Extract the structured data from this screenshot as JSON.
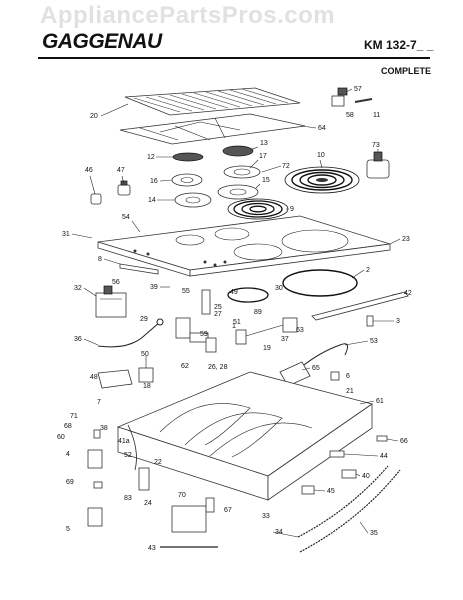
{
  "watermark": "AppliancePartsPros.com",
  "header": {
    "brand": "GAGGENAU",
    "model": "KM 132-7_ _",
    "status": "COMPLETE"
  },
  "callouts": [
    {
      "id": "c57",
      "text": "57"
    },
    {
      "id": "c58",
      "text": "58"
    },
    {
      "id": "c11",
      "text": "11"
    },
    {
      "id": "c20",
      "text": "20"
    },
    {
      "id": "c64",
      "text": "64"
    },
    {
      "id": "c13",
      "text": "13"
    },
    {
      "id": "c12",
      "text": "12"
    },
    {
      "id": "c17",
      "text": "17"
    },
    {
      "id": "c72",
      "text": "72"
    },
    {
      "id": "c10",
      "text": "10"
    },
    {
      "id": "c73",
      "text": "73"
    },
    {
      "id": "c46",
      "text": "46"
    },
    {
      "id": "c47",
      "text": "47"
    },
    {
      "id": "c16",
      "text": "16"
    },
    {
      "id": "c15",
      "text": "15"
    },
    {
      "id": "c14",
      "text": "14"
    },
    {
      "id": "c9",
      "text": "9"
    },
    {
      "id": "c54",
      "text": "54"
    },
    {
      "id": "c31",
      "text": "31"
    },
    {
      "id": "c23",
      "text": "23"
    },
    {
      "id": "c8",
      "text": "8"
    },
    {
      "id": "c56",
      "text": "56"
    },
    {
      "id": "c2",
      "text": "2"
    },
    {
      "id": "c39",
      "text": "39"
    },
    {
      "id": "c55",
      "text": "55"
    },
    {
      "id": "c49",
      "text": "49"
    },
    {
      "id": "c30",
      "text": "30"
    },
    {
      "id": "c32",
      "text": "32"
    },
    {
      "id": "c42",
      "text": "42"
    },
    {
      "id": "c25",
      "text": "25"
    },
    {
      "id": "c27",
      "text": "27"
    },
    {
      "id": "c29",
      "text": "29"
    },
    {
      "id": "c1",
      "text": "1"
    },
    {
      "id": "c59",
      "text": "59"
    },
    {
      "id": "c51",
      "text": "51"
    },
    {
      "id": "c89",
      "text": "89"
    },
    {
      "id": "c63",
      "text": "63"
    },
    {
      "id": "c3",
      "text": "3"
    },
    {
      "id": "c37",
      "text": "37"
    },
    {
      "id": "c53",
      "text": "53"
    },
    {
      "id": "c36",
      "text": "36"
    },
    {
      "id": "c50",
      "text": "50"
    },
    {
      "id": "c62",
      "text": "62"
    },
    {
      "id": "c26_28",
      "text": "26, 28"
    },
    {
      "id": "c19",
      "text": "19"
    },
    {
      "id": "c48",
      "text": "48"
    },
    {
      "id": "c18",
      "text": "18"
    },
    {
      "id": "c65",
      "text": "65"
    },
    {
      "id": "c6",
      "text": "6"
    },
    {
      "id": "c21",
      "text": "21"
    },
    {
      "id": "c61",
      "text": "61"
    },
    {
      "id": "c7",
      "text": "7"
    },
    {
      "id": "c71",
      "text": "71"
    },
    {
      "id": "c38",
      "text": "38"
    },
    {
      "id": "c68",
      "text": "68"
    },
    {
      "id": "c60",
      "text": "60"
    },
    {
      "id": "c41a",
      "text": "41a"
    },
    {
      "id": "c66",
      "text": "66"
    },
    {
      "id": "c4",
      "text": "4"
    },
    {
      "id": "c52",
      "text": "52"
    },
    {
      "id": "c22",
      "text": "22"
    },
    {
      "id": "c44",
      "text": "44"
    },
    {
      "id": "c69",
      "text": "69"
    },
    {
      "id": "c40",
      "text": "40"
    },
    {
      "id": "c24",
      "text": "24"
    },
    {
      "id": "c45",
      "text": "45"
    },
    {
      "id": "c83",
      "text": "83"
    },
    {
      "id": "c70",
      "text": "70"
    },
    {
      "id": "c67",
      "text": "67"
    },
    {
      "id": "c5",
      "text": "5"
    },
    {
      "id": "c33",
      "text": "33"
    },
    {
      "id": "c34",
      "text": "34"
    },
    {
      "id": "c35",
      "text": "35"
    },
    {
      "id": "c43",
      "text": "43"
    }
  ]
}
